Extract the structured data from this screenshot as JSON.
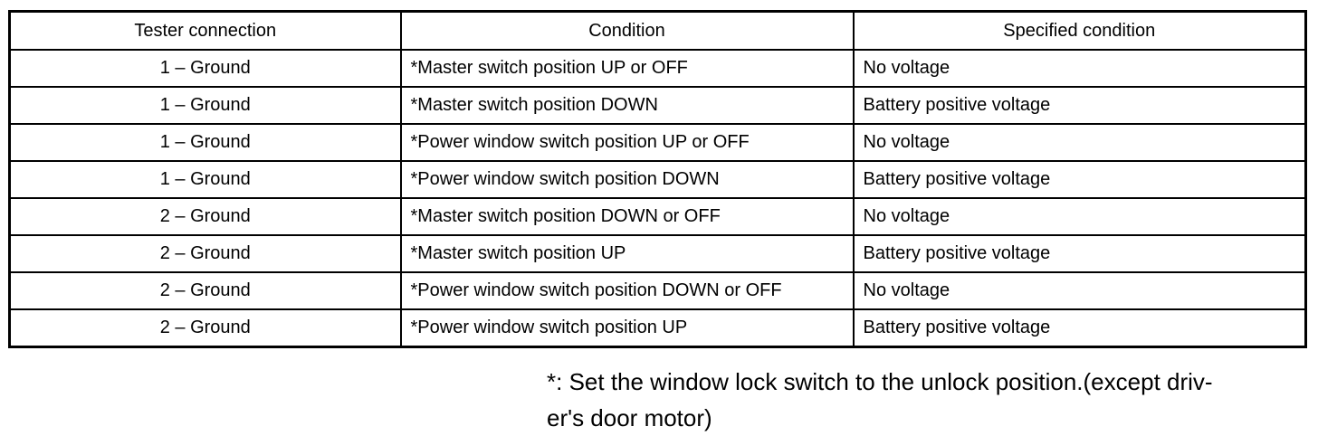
{
  "table": {
    "headers": [
      "Tester connection",
      "Condition",
      "Specified condition"
    ],
    "rows": [
      [
        "1 – Ground",
        "*Master switch position UP or OFF",
        "No voltage"
      ],
      [
        "1 – Ground",
        "*Master switch position DOWN",
        "Battery positive voltage"
      ],
      [
        "1 – Ground",
        "*Power window switch position UP or OFF",
        "No voltage"
      ],
      [
        "1 – Ground",
        "*Power window switch position DOWN",
        "Battery positive voltage"
      ],
      [
        "2 – Ground",
        "*Master switch position DOWN or OFF",
        "No voltage"
      ],
      [
        "2 – Ground",
        "*Master switch position UP",
        "Battery positive voltage"
      ],
      [
        "2 – Ground",
        "*Power window switch position DOWN or OFF",
        "No voltage"
      ],
      [
        "2 – Ground",
        "*Power window switch position UP",
        "Battery positive voltage"
      ]
    ]
  },
  "footnote": {
    "line1": "*: Set the window lock switch to the unlock position.(except driv-",
    "line2": "er's door motor)"
  }
}
